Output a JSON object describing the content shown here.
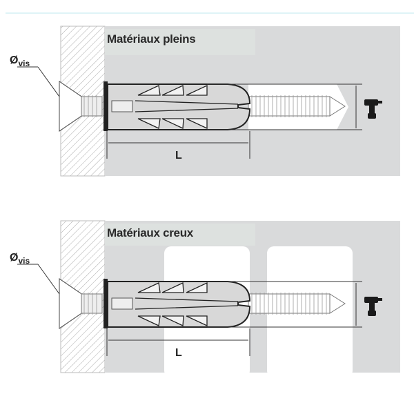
{
  "panels": [
    {
      "title": "Matériaux pleins",
      "diameter_label": "Ø",
      "diameter_sub": "vis",
      "length_label": "L"
    },
    {
      "title": "Matériaux creux",
      "diameter_label": "Ø",
      "diameter_sub": "vis",
      "length_label": "L"
    }
  ],
  "icons": [
    "drill-icon",
    "hatched-wall",
    "screw",
    "wall-plug"
  ],
  "colors": {
    "panel": "#d9dadb",
    "label_bg": "#dde1df",
    "top_rule": "#bfe9ef",
    "outline": "#222222"
  }
}
